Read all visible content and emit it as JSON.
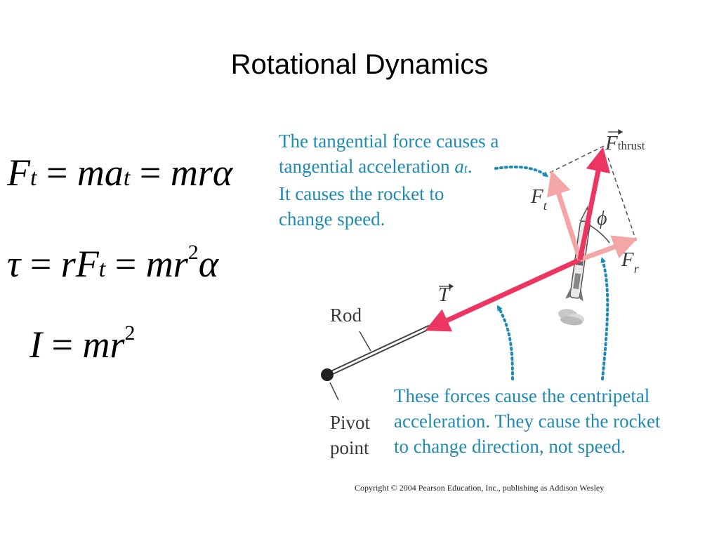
{
  "slide": {
    "title": "Rotational Dynamics",
    "equations": {
      "eq1": {
        "F": "F",
        "t1": "t",
        "eq": " = ",
        "ma": "ma",
        "t2": "t",
        "eq2": " = ",
        "mr": "mr",
        "alpha": "α"
      },
      "eq2": {
        "tau": "τ",
        "eq": " = ",
        "rF": "rF",
        "t": "t",
        "eq2": " = ",
        "mr": "mr",
        "exp": "2",
        "alpha": "α"
      },
      "eq3": {
        "I": "I",
        "eq": " = ",
        "mr": "mr",
        "exp": "2"
      }
    },
    "notes": {
      "top_line1": "The tangential force causes a",
      "top_line2": "tangential acceleration",
      "top_a": "a",
      "top_sub": "t",
      "top_dot": ".",
      "top_line3": "It causes the rocket to",
      "top_line4": "change speed.",
      "bottom_line1": "These forces cause the centripetal",
      "bottom_line2": "acceleration. They cause the rocket",
      "bottom_line3": "to change direction, not speed."
    },
    "labels": {
      "rod": "Rod",
      "pivot1": "Pivot",
      "pivot2": "point",
      "T": "T",
      "Fthrust_F": "F",
      "Fthrust_sub": "thrust",
      "Ft_F": "F",
      "Ft_sub": "t",
      "Fr_F": "F",
      "Fr_sub": "r",
      "phi": "ϕ"
    },
    "copyright": "Copyright © 2004 Pearson Education, Inc., publishing as Addison Wesley",
    "colors": {
      "arrow": "#ec3560",
      "arrow_light": "#f4a6a6",
      "note": "#1e8ab5"
    }
  }
}
